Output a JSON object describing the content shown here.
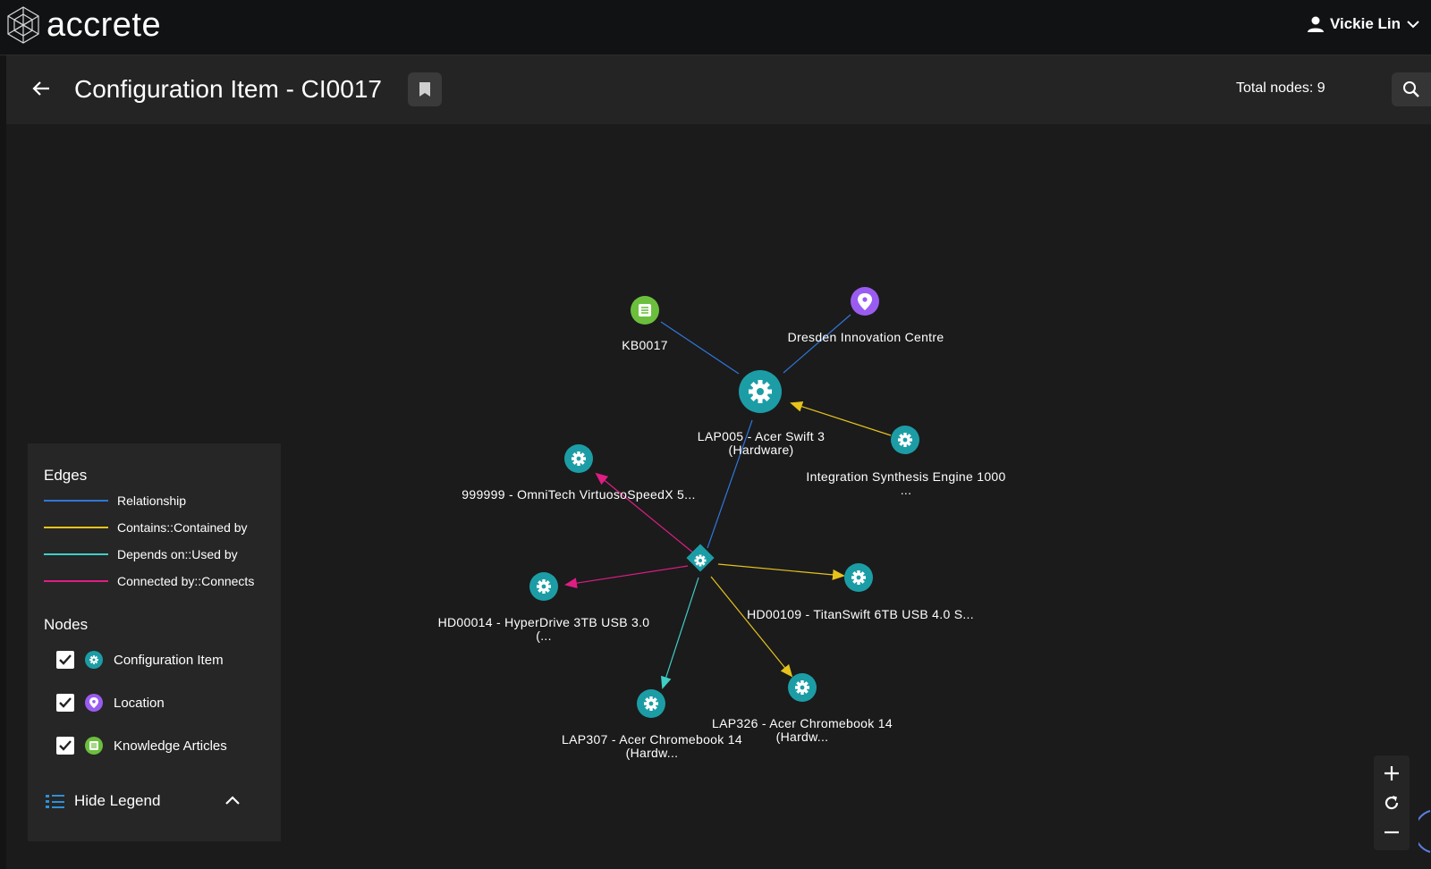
{
  "app": {
    "logo_text": "accrete",
    "user_name": "Vickie Lin"
  },
  "header": {
    "title": "Configuration Item - CI0017",
    "total_nodes": "Total nodes: 9"
  },
  "colors": {
    "relationship": "#2f77d8",
    "contains": "#e6c31b",
    "depends": "#3fcfc6",
    "connected": "#e01d84",
    "ci_node": "#1c9da6",
    "location_node": "#9a5cf0",
    "knowledge_node": "#6cbf3d"
  },
  "graph": {
    "nodes": [
      {
        "id": "kb",
        "type": "knowledge",
        "label": "KB0017",
        "label2": ""
      },
      {
        "id": "loc",
        "type": "location",
        "label": "Dresden Innovation Centre",
        "label2": ""
      },
      {
        "id": "lap005",
        "type": "ci",
        "label": "LAP005 - Acer Swift 3",
        "label2": "(Hardware)"
      },
      {
        "id": "ise",
        "type": "ci",
        "label": "Integration Synthesis Engine 1000",
        "label2": "..."
      },
      {
        "id": "omni",
        "type": "ci",
        "label": "999999 - OmniTech VirtuosoSpeedX 5...",
        "label2": ""
      },
      {
        "id": "hd14",
        "type": "ci",
        "label": "HD00014 - HyperDrive 3TB USB 3.0",
        "label2": "(..."
      },
      {
        "id": "hd109",
        "type": "ci",
        "label": "HD00109 - TitanSwift 6TB USB 4.0 S...",
        "label2": ""
      },
      {
        "id": "lap307",
        "type": "ci",
        "label": "LAP307 - Acer Chromebook 14",
        "label2": "(Hardw..."
      },
      {
        "id": "lap326",
        "type": "ci",
        "label": "LAP326 - Acer Chromebook 14",
        "label2": "(Hardw..."
      }
    ]
  },
  "legend": {
    "edges_title": "Edges",
    "edges": [
      {
        "label": "Relationship"
      },
      {
        "label": "Contains::Contained by"
      },
      {
        "label": "Depends on::Used by"
      },
      {
        "label": "Connected by::Connects"
      }
    ],
    "nodes_title": "Nodes",
    "nodes": [
      {
        "label": "Configuration Item",
        "checked": true
      },
      {
        "label": "Location",
        "checked": true
      },
      {
        "label": "Knowledge Articles",
        "checked": true
      }
    ],
    "hide_label": "Hide Legend"
  }
}
